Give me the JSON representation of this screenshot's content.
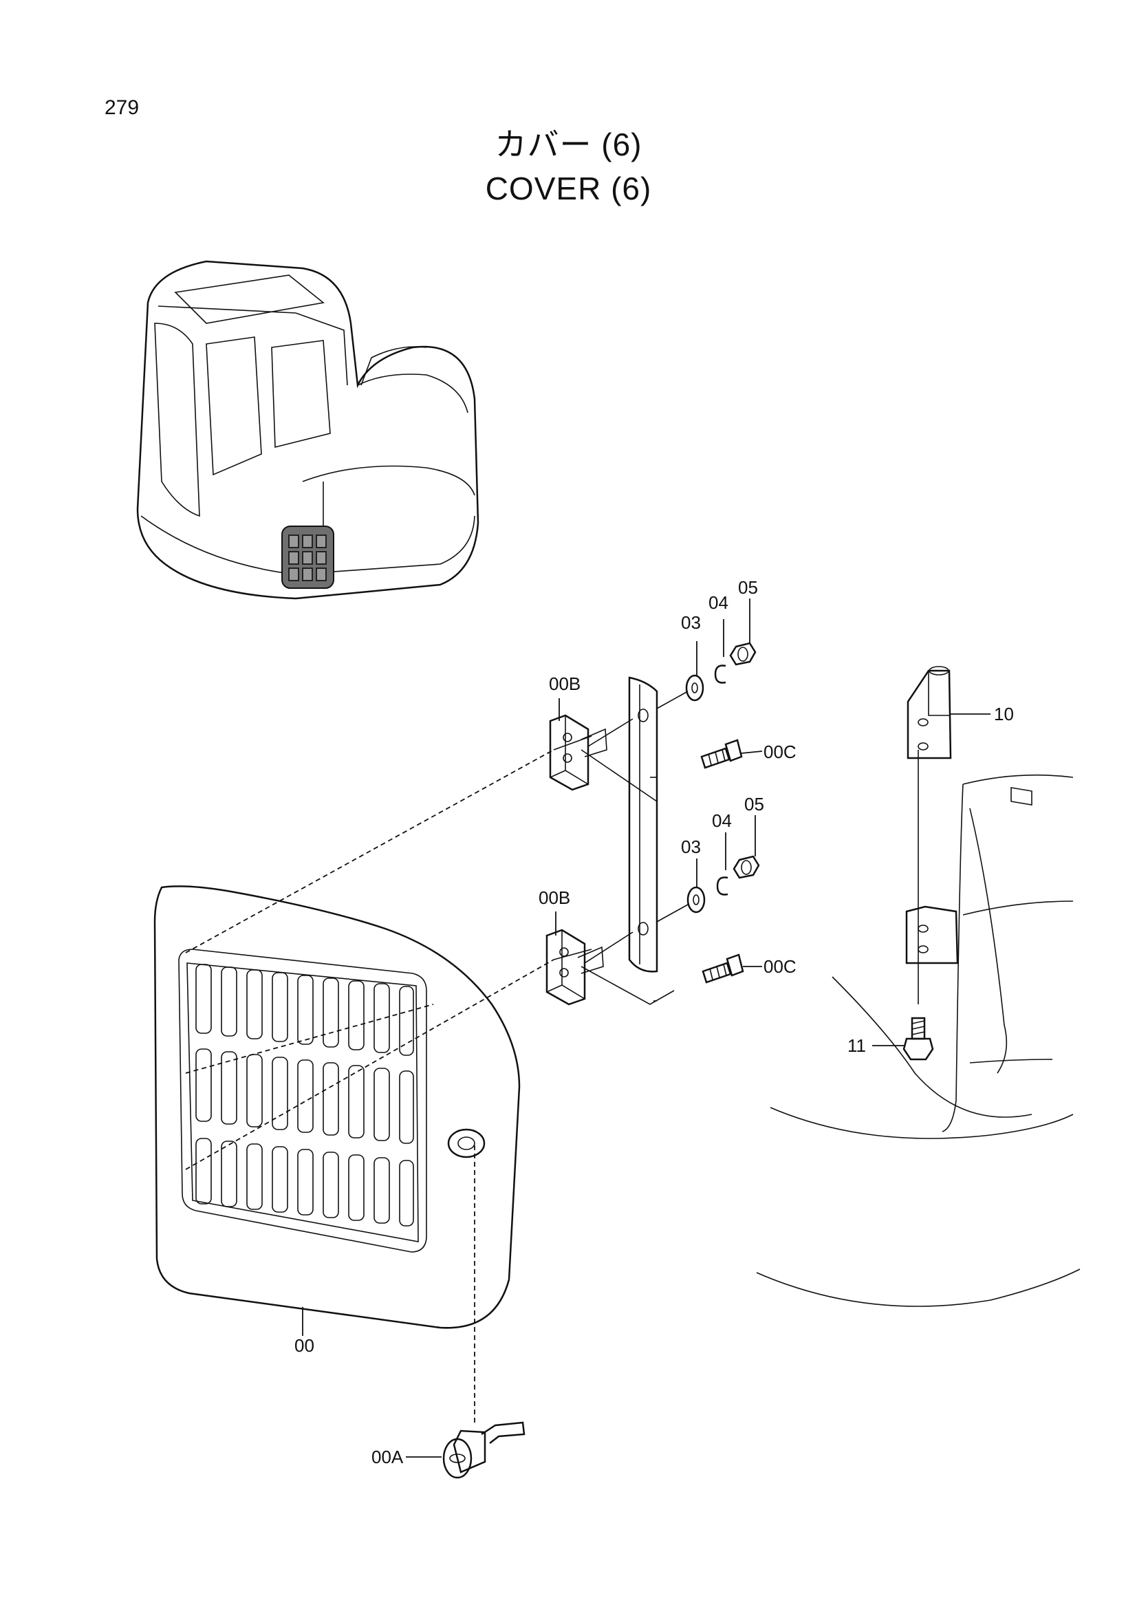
{
  "page_number": "279",
  "title": {
    "japanese": "カバー (6)",
    "english": "COVER (6)"
  },
  "callouts": {
    "cover": "00",
    "lock": "00A",
    "hinge_upper": "00B",
    "hinge_lower": "00B",
    "bolt_upper": "00C",
    "bolt_lower": "00C",
    "washer_upper": "03",
    "washer_lower": "03",
    "spring_washer_upper": "04",
    "spring_washer_lower": "04",
    "nut_upper": "05",
    "nut_lower": "05",
    "bracket": "10",
    "bracket_bolt": "11"
  }
}
